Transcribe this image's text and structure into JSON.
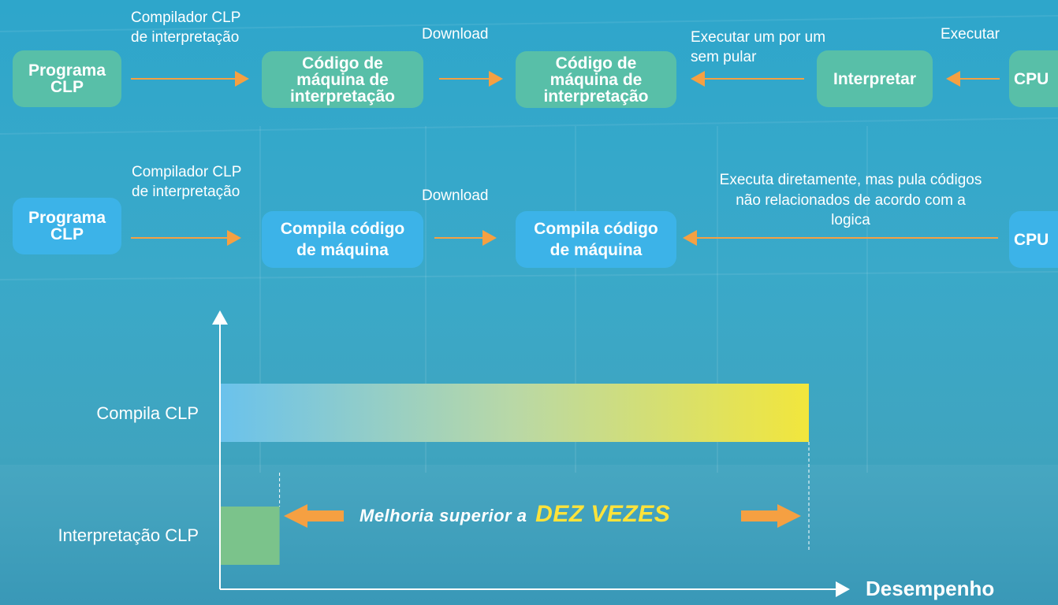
{
  "colors": {
    "teal_box": "#58bfa8",
    "blue_box": "#3cb3e8",
    "arrow": "#f5a042",
    "bar_left": "#6ac2ec",
    "bar_right": "#f2e63c",
    "interp_bar": "#7bc38b",
    "accent_text": "#ffe33a"
  },
  "flow_interpretation": {
    "source_box": "Programa CLP",
    "compiler_label": "Compilador CLP de interpretação",
    "code_box_1": "Código de máquina de interpretação",
    "download_label": "Download",
    "code_box_2": "Código de máquina de interpretação",
    "execute_label": "Executar um por um sem pular",
    "interpret_box": "Interpretar",
    "cpu_exec_label": "Executar",
    "cpu_box": "CPU"
  },
  "flow_compile": {
    "source_box": "Programa CLP",
    "compiler_label": "Compilador CLP de interpretação",
    "code_box_1": "Compila código de máquina",
    "download_label": "Download",
    "code_box_2": "Compila código de máquina",
    "execute_label": "Executa diretamente, mas pula códigos não relacionados de acordo com a logica",
    "cpu_box": "CPU"
  },
  "chart_data": {
    "type": "bar",
    "categories": [
      "Compila  CLP",
      "Interpretação  CLP"
    ],
    "values": [
      10,
      1
    ],
    "xlabel": "Desempenho",
    "annotation_prefix": "Melhoria superior a",
    "annotation_emphasis": "DEZ VEZES"
  }
}
